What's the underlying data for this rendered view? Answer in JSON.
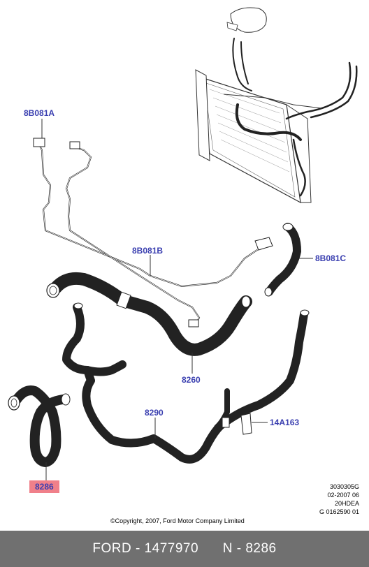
{
  "callouts": {
    "c1": "8B081A",
    "c2": "8B081B",
    "c3": "8B081C",
    "c4": "8260",
    "c5": "8290",
    "c6": "14A163",
    "c7": "8286"
  },
  "highlight_color": "#f0808a",
  "callout_color": "#3a3fb0",
  "reference": {
    "line1": "3030305G",
    "line2": "02-2007 06",
    "line3": "20HDEA",
    "line4": "G 0162590 01"
  },
  "copyright": "©Copyright, 2007, Ford Motor Company Limited",
  "footer": {
    "brand": "FORD",
    "part_number": "1477970",
    "ref_prefix": "N",
    "ref_number": "8286",
    "background": "#707070"
  }
}
